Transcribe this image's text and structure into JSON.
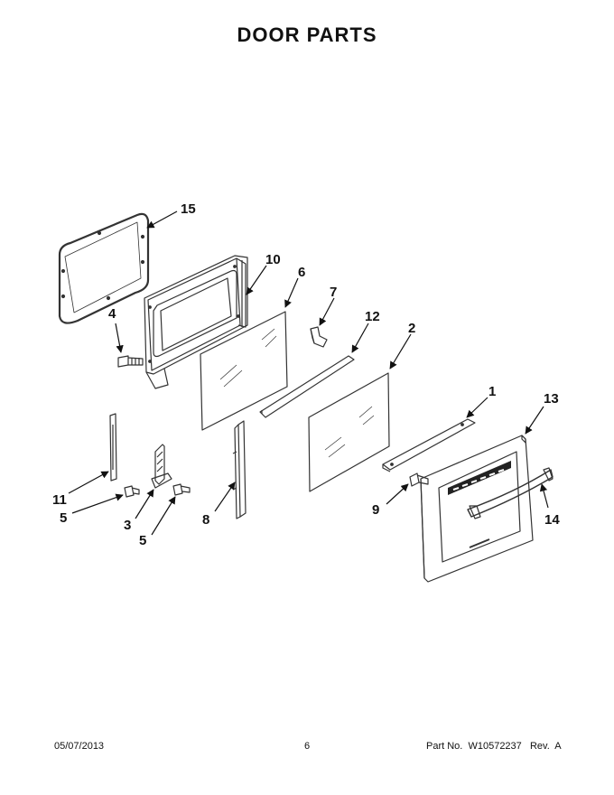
{
  "title": "DOOR PARTS",
  "callouts": {
    "p1": "1",
    "p2": "2",
    "p3": "3",
    "p4": "4",
    "p5a": "5",
    "p5b": "5",
    "p6": "6",
    "p7": "7",
    "p8": "8",
    "p9": "9",
    "p10": "10",
    "p11": "11",
    "p12": "12",
    "p13": "13",
    "p14": "14",
    "p15": "15"
  },
  "footer": {
    "date": "05/07/2013",
    "page": "6",
    "part": "Part No.  W10572237   Rev.  A"
  }
}
